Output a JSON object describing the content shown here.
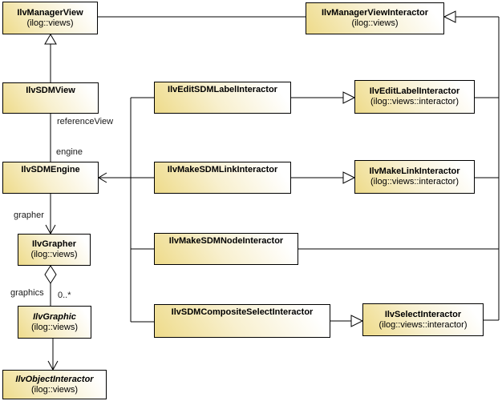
{
  "diagram": {
    "type": "uml-class-diagram",
    "colors": {
      "background": "#ffffff",
      "node_border": "#000000",
      "node_fill_from": "#eedb8a",
      "node_fill_to": "#ffffff",
      "line": "#000000"
    },
    "nodes": {
      "manager_view": {
        "name": "IlvManagerView",
        "package": "(ilog::views)"
      },
      "manager_view_interactor": {
        "name": "IlvManagerViewInteractor",
        "package": "(ilog::views)"
      },
      "sdm_view": {
        "name": "IlvSDMView"
      },
      "sdm_engine": {
        "name": "IlvSDMEngine"
      },
      "grapher": {
        "name": "IlvGrapher",
        "package": "(ilog::views)"
      },
      "graphic": {
        "name": "IlvGraphic",
        "package": "(ilog::views)",
        "abstract": true
      },
      "object_interactor": {
        "name": "IlvObjectInteractor",
        "package": "(ilog::views)",
        "abstract": true
      },
      "edit_sdm_label_interactor": {
        "name": "IlvEditSDMLabelInteractor"
      },
      "make_sdm_link_interactor": {
        "name": "IlvMakeSDMLinkInteractor"
      },
      "make_sdm_node_interactor": {
        "name": "IlvMakeSDMNodeInteractor"
      },
      "sdm_composite_select_interactor": {
        "name": "IlvSDMCompositeSelectInteractor"
      },
      "edit_label_interactor": {
        "name": "IlvEditLabelInteractor",
        "package": "(ilog::views::interactor)"
      },
      "make_link_interactor": {
        "name": "IlvMakeLinkInteractor",
        "package": "(ilog::views::interactor)"
      },
      "select_interactor": {
        "name": "IlvSelectInteractor",
        "package": "(ilog::views::interactor)"
      }
    },
    "edge_labels": {
      "reference_view": "referenceView",
      "engine": "engine",
      "grapher": "grapher",
      "graphics": "graphics",
      "graphics_multiplicity": "0..*"
    }
  }
}
